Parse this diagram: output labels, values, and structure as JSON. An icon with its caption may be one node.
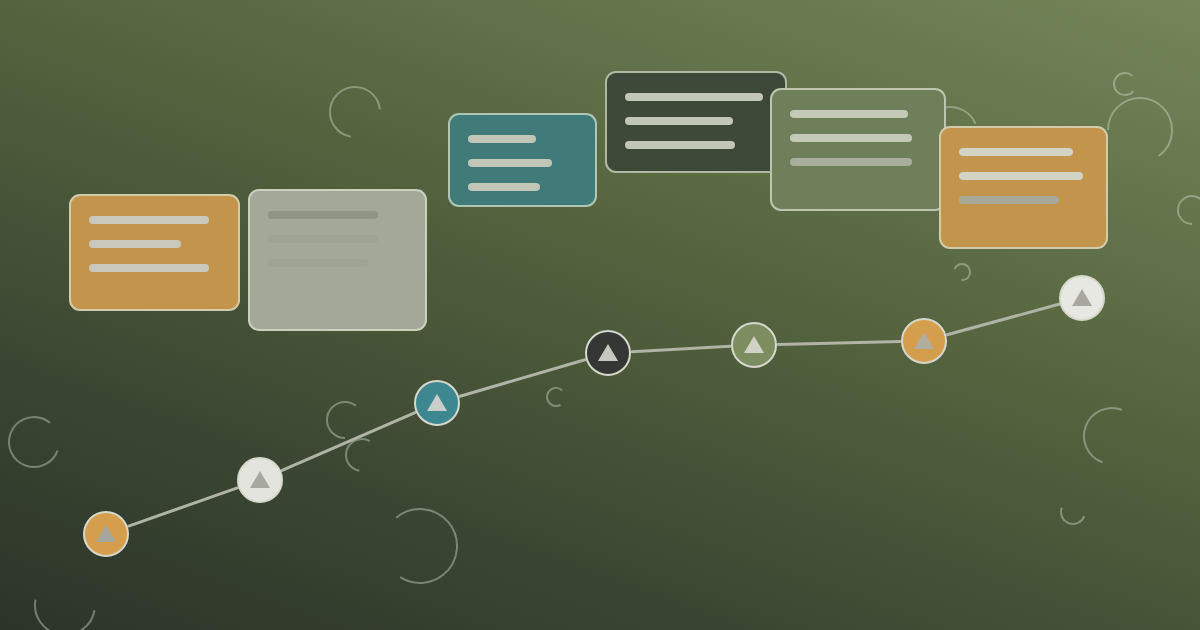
{
  "diagram": {
    "nodes": [
      {
        "text": [],
        "shape": "box"
      },
      {
        "text": [],
        "shape": "box"
      },
      {
        "text": [],
        "shape": "box"
      },
      {
        "text": [],
        "shape": "box"
      },
      {
        "text": [],
        "shape": "box"
      },
      {
        "text": [],
        "shape": "box"
      },
      {
        "text": [],
        "shape": "circle"
      },
      {
        "text": [],
        "shape": "circle"
      },
      {
        "text": [],
        "shape": "circle"
      },
      {
        "text": [],
        "shape": "circle"
      },
      {
        "text": [],
        "shape": "circle"
      },
      {
        "text": [],
        "shape": "circle"
      },
      {
        "text": [],
        "shape": "circle"
      }
    ],
    "edges": [
      {
        "from": 6,
        "to": 7,
        "arrow": "none"
      },
      {
        "from": 7,
        "to": 8,
        "arrow": "none"
      },
      {
        "from": 8,
        "to": 9,
        "arrow": "none"
      },
      {
        "from": 9,
        "to": 10,
        "arrow": "none"
      },
      {
        "from": 10,
        "to": 11,
        "arrow": "none"
      },
      {
        "from": 11,
        "to": 12,
        "arrow": "none"
      }
    ]
  }
}
